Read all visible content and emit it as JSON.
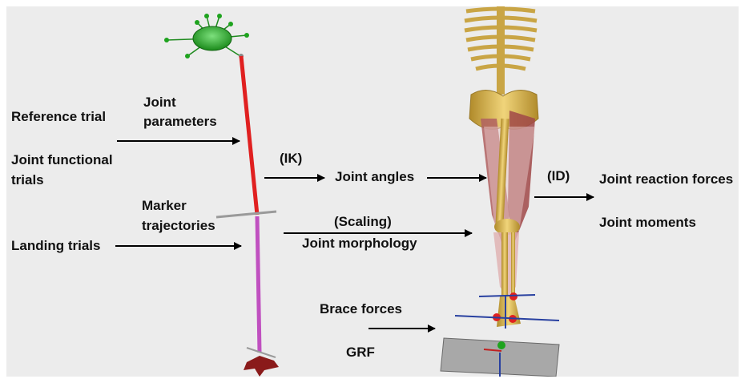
{
  "labels": {
    "reference_trial": "Reference trial",
    "joint_parameters_line1": "Joint",
    "joint_parameters_line2": "parameters",
    "joint_functional_line1": "Joint functional",
    "joint_functional_line2": "trials",
    "ik": "(IK)",
    "joint_angles": "Joint angles",
    "id": "(ID)",
    "joint_reaction_forces": "Joint reaction forces",
    "joint_moments": "Joint moments",
    "marker_trajectories_line1": "Marker",
    "marker_trajectories_line2": "trajectories",
    "landing_trials": "Landing trials",
    "scaling": "(Scaling)",
    "joint_morphology": "Joint morphology",
    "brace_forces": "Brace forces",
    "grf": "GRF"
  },
  "colors": {
    "background": "#ececec",
    "arrow": "#000000",
    "text": "#111111",
    "marker_segment_thigh": "#e02020",
    "marker_segment_shank": "#c050c0",
    "pelvis_marker": "#1ea31e",
    "bone": "#d9b44a",
    "muscle": "#a04040",
    "force_plate": "#a8a8a8",
    "force_axis": "#2840a0"
  }
}
